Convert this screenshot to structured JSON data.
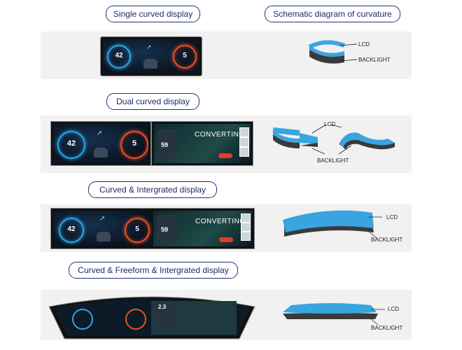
{
  "headers": {
    "single": "Single curved display",
    "schematic": "Schematic diagram of curvature",
    "dual": "Dual curved display",
    "integrated": "Curved & Intergrated display",
    "freeform": "Curved & Freeform & Intergrated display"
  },
  "schematic_labels": {
    "lcd": "LCD",
    "backlight": "BACKLIGHT"
  },
  "cluster": {
    "speed": "42",
    "gear": "5"
  },
  "media": {
    "title": "CONVERTING",
    "number": "59"
  },
  "freeform_cluster": {
    "nav_value": "2.3"
  },
  "colors": {
    "lcd_blue": "#3aa4e0",
    "backlight": "#3a3a3a",
    "gauge_blue": "#2aa6e8",
    "gauge_red": "#e5522a",
    "pill_border": "#26307a"
  }
}
